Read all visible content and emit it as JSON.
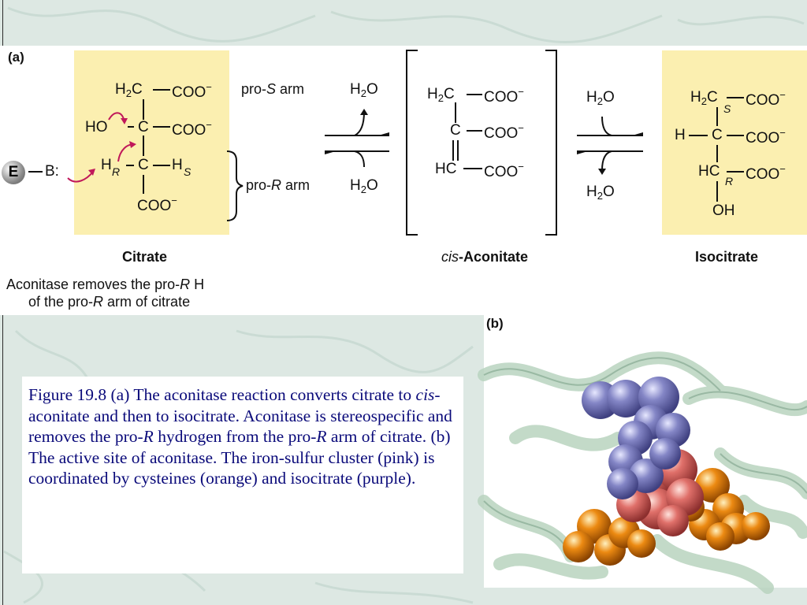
{
  "panel_a": {
    "label": "(a)",
    "citrate": {
      "name": "Citrate",
      "row1_left": "H",
      "row1_left_sub": "2",
      "row1_left_end": "C",
      "row1_right": "COO",
      "row1_right_sup": "−",
      "row2_left": "HO",
      "row2_c": "C",
      "row2_right": "COO",
      "row2_right_sup": "−",
      "row3_h": "H",
      "row3_h_sub": "R",
      "row3_c": "C",
      "row3_hs": "H",
      "row3_hs_sub": "S",
      "row4": "COO",
      "row4_sup": "−"
    },
    "enzyme_label": "E",
    "base_label": "B:",
    "pro_s_arm": {
      "pre": "pro-",
      "italic": "S",
      "post": " arm"
    },
    "pro_r_arm": {
      "pre": "pro-",
      "italic": "R",
      "post": " arm"
    },
    "water_1_top": {
      "h": "H",
      "sub": "2",
      "o": "O"
    },
    "water_1_bottom": {
      "h": "H",
      "sub": "2",
      "o": "O"
    },
    "cis_aconitate": {
      "name_italic": "cis",
      "name_rest": "-Aconitate",
      "row1_left": "H",
      "row1_left_sub": "2",
      "row1_left_end": "C",
      "row1_right": "COO",
      "row1_right_sup": "−",
      "row2_c": "C",
      "row2_right": "COO",
      "row2_right_sup": "−",
      "row3_left": "HC",
      "row3_right": "COO",
      "row3_right_sup": "−"
    },
    "water_2_top": {
      "h": "H",
      "sub": "2",
      "o": "O"
    },
    "water_2_bottom": {
      "h": "H",
      "sub": "2",
      "o": "O"
    },
    "isocitrate": {
      "name": "Isocitrate",
      "row1_left": "H",
      "row1_left_sub": "2",
      "row1_left_end": "C",
      "row1_s": "S",
      "row1_right": "COO",
      "row1_right_sup": "−",
      "row2_h": "H",
      "row2_c": "C",
      "row2_right": "COO",
      "row2_right_sup": "−",
      "row3_left": "HC",
      "row3_r": "R",
      "row3_right": "COO",
      "row3_right_sup": "−",
      "row4": "OH"
    },
    "caption_line1_pre": "Aconitase removes the pro-",
    "caption_line1_italic": "R",
    "caption_line1_post": " H",
    "caption_line2_pre": "of the pro-",
    "caption_line2_italic": "R",
    "caption_line2_post": " arm of citrate"
  },
  "panel_b": {
    "label": "(b)",
    "colors": {
      "protein": "#b9d4bf",
      "iron_sulfur": "#e27268",
      "cysteine": "#e9860d",
      "isocitrate": "#7c7fbf"
    }
  },
  "caption": {
    "p1": "Figure 19.8   (a) The aconitase reaction converts citrate to ",
    "p1_italic": "cis",
    "p2": "-aconitate and then to isocitrate.  Aconitase is stereospecific and removes the pro-",
    "p2_italic": "R",
    "p3": " hydrogen from the pro-",
    "p3_italic": "R",
    "p4": " arm of citrate.  (b)  The active site of aconitase.  The iron-sulfur cluster (pink) is coordinated by cysteines (orange) and isocitrate (purple)."
  }
}
